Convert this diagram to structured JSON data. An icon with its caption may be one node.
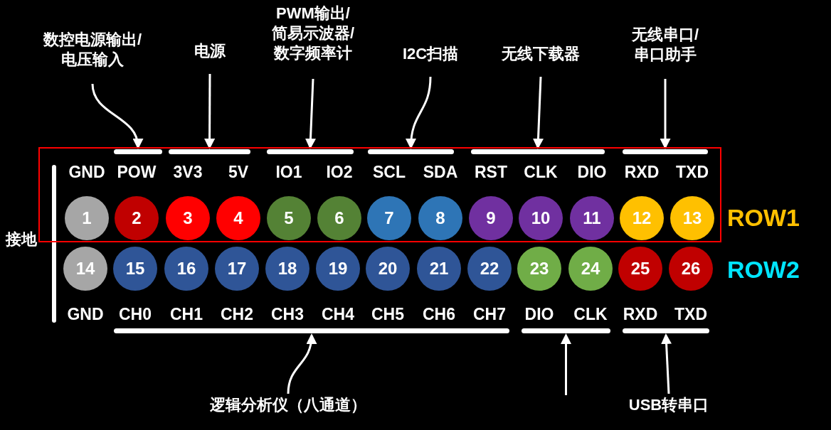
{
  "diagram": {
    "nodes": [
      {
        "text": [
          "数控电源输出/电压输入"
        ]
      },
      {
        "text": [
          "电源"
        ]
      },
      {
        "text": [
          "PWM输出/简易示波器/数字频率计"
        ]
      },
      {
        "text": [
          "I2C扫描"
        ]
      },
      {
        "text": [
          "无线下载器"
        ]
      },
      {
        "text": [
          "无线串口/串口助手"
        ]
      },
      {
        "text": [],
        "shape": "bar",
        "in": 12
      },
      {
        "text": [],
        "shape": "bar",
        "in": 12
      },
      {
        "text": [],
        "shape": "bar",
        "in": 12
      },
      {
        "text": [],
        "shape": "bar",
        "in": 12
      },
      {
        "text": [],
        "shape": "bar",
        "in": 12
      },
      {
        "text": [],
        "shape": "bar",
        "in": 12
      },
      {
        "text": [],
        "shape": "box"
      },
      {
        "text": [
          "1"
        ],
        "beside": [
          "GND"
        ],
        "in": 12
      },
      {
        "text": [
          "2"
        ],
        "beside": [
          "POW"
        ],
        "in": 12
      },
      {
        "text": [
          "3"
        ],
        "beside": [
          "3V3"
        ],
        "in": 12
      },
      {
        "text": [
          "4"
        ],
        "beside": [
          "5V"
        ],
        "in": 12
      },
      {
        "text": [
          "5"
        ],
        "beside": [
          "IO1"
        ],
        "in": 12
      },
      {
        "text": [
          "6"
        ],
        "beside": [
          "IO2"
        ],
        "in": 12
      },
      {
        "text": [
          "7"
        ],
        "beside": [
          "SCL"
        ],
        "in": 12
      },
      {
        "text": [
          "8"
        ],
        "beside": [
          "SDA"
        ],
        "in": 12
      },
      {
        "text": [
          "9"
        ],
        "beside": [
          "RST"
        ],
        "in": 12
      },
      {
        "text": [
          "10"
        ],
        "beside": [
          "CLK"
        ],
        "in": 12
      },
      {
        "text": [
          "11"
        ],
        "beside": [
          "DIO"
        ],
        "in": 12
      },
      {
        "text": [
          "12"
        ],
        "beside": [
          "RXD"
        ],
        "in": 12
      },
      {
        "text": [
          "13"
        ],
        "beside": [
          "TXD"
        ],
        "in": 12
      },
      {
        "text": [
          "14"
        ],
        "beside": [
          "GND"
        ]
      },
      {
        "text": [
          "15"
        ],
        "beside": [
          "CH0"
        ]
      },
      {
        "text": [
          "16"
        ],
        "beside": [
          "CH1"
        ]
      },
      {
        "text": [
          "17"
        ],
        "beside": [
          "CH2"
        ]
      },
      {
        "text": [
          "18"
        ],
        "beside": [
          "CH3"
        ]
      },
      {
        "text": [
          "19"
        ],
        "beside": [
          "CH4"
        ]
      },
      {
        "text": [
          "20"
        ],
        "beside": [
          "CH5"
        ]
      },
      {
        "text": [
          "21"
        ],
        "beside": [
          "CH6"
        ]
      },
      {
        "text": [
          "22"
        ],
        "beside": [
          "CH7"
        ]
      },
      {
        "text": [
          "23"
        ],
        "beside": [
          "DIO"
        ]
      },
      {
        "text": [
          "24"
        ],
        "beside": [
          "CLK"
        ]
      },
      {
        "text": [
          "25"
        ],
        "beside": [
          "RXD"
        ]
      },
      {
        "text": [
          "26"
        ],
        "beside": [
          "TXD"
        ]
      },
      {
        "text": [],
        "shape": "bar"
      },
      {
        "text": [],
        "shape": "bar"
      },
      {
        "text": [],
        "shape": "bar"
      },
      {
        "text": [
          "逻辑分析仪（八通道）"
        ]
      },
      {
        "text": [
          "USB转串口"
        ]
      }
    ],
    "edges": [
      {
        "from": 0,
        "to": 6,
        "arrow": "to"
      },
      {
        "from": 1,
        "to": 7,
        "arrow": "to"
      },
      {
        "from": 2,
        "to": 8,
        "arrow": "to"
      },
      {
        "from": 3,
        "to": 9,
        "arrow": "to"
      },
      {
        "from": 4,
        "to": 10,
        "arrow": "to"
      },
      {
        "from": 5,
        "to": 11,
        "arrow": "to"
      },
      {
        "from": 42,
        "to": 39,
        "arrow": "to"
      },
      {
        "from": null,
        "to": 40,
        "arrow": "to"
      },
      {
        "from": 43,
        "to": 41,
        "arrow": "to"
      }
    ],
    "labels": [
      "接地",
      "ROW1",
      "ROW2"
    ]
  }
}
